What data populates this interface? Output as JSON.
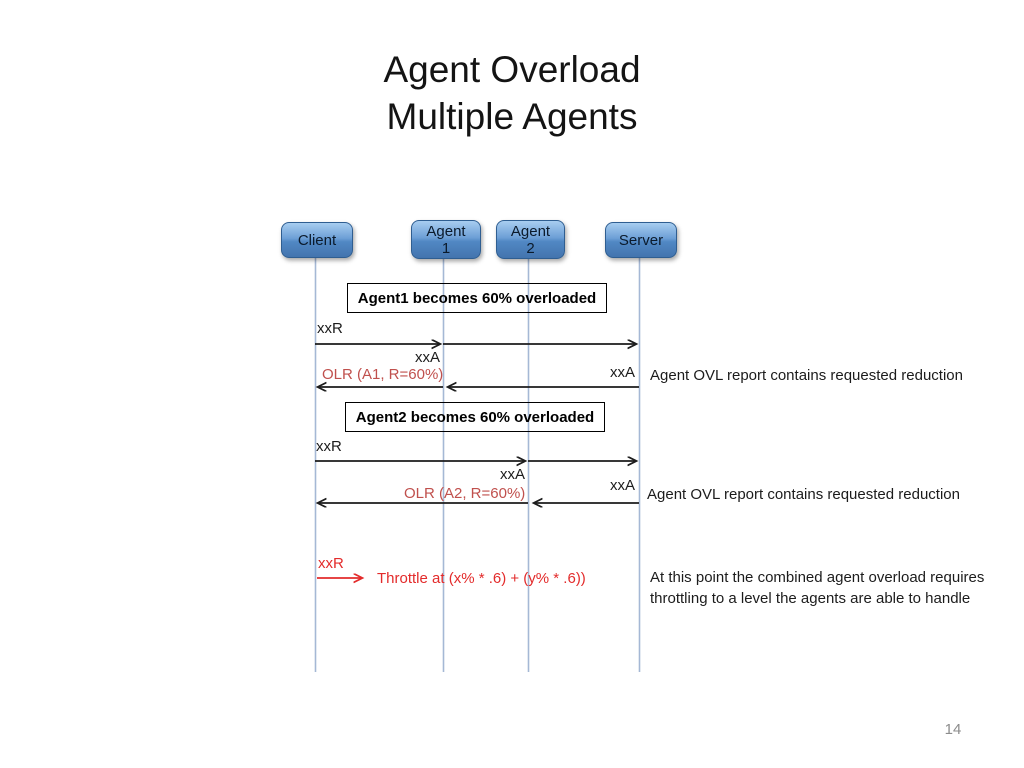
{
  "title": {
    "line1": "Agent Overload",
    "line2": "Multiple Agents"
  },
  "page_number": "14",
  "actors": [
    {
      "id": "client",
      "line1": "Client",
      "line2": ""
    },
    {
      "id": "agent1",
      "line1": "Agent",
      "line2": "1"
    },
    {
      "id": "agent2",
      "line1": "Agent",
      "line2": "2"
    },
    {
      "id": "server",
      "line1": "Server",
      "line2": ""
    }
  ],
  "notes": [
    {
      "text": "Agent1 becomes 60% overloaded"
    },
    {
      "text": "Agent2 becomes 60% overloaded"
    }
  ],
  "messages": {
    "group1": {
      "request_label": "xxR",
      "answer_label_agent": "xxA",
      "answer_label_server": "xxA",
      "olr_label": "OLR (A1, R=60%)",
      "annotation": "Agent OVL report contains requested reduction"
    },
    "group2": {
      "request_label": "xxR",
      "answer_label_agent": "xxA",
      "answer_label_server": "xxA",
      "olr_label": "OLR (A2, R=60%)",
      "annotation": "Agent OVL report contains requested reduction"
    },
    "group3": {
      "request_label": "xxR",
      "throttle_label": "Throttle at (x% * .6) + (y% * .6))",
      "annotation": "At this point the combined agent overload requires throttling to a level the agents are able to handle"
    }
  },
  "colors": {
    "olr_red": "#c0504d",
    "bright_red": "#e32b2b",
    "lifeline_blue": "#a5b8d5",
    "actor_fill_top": "#a8cdf0",
    "actor_fill_bottom": "#4374ae",
    "actor_border": "#2f5e91",
    "arrow_black": "#1c1c1c",
    "page_number_gray": "#8c8c8c"
  }
}
